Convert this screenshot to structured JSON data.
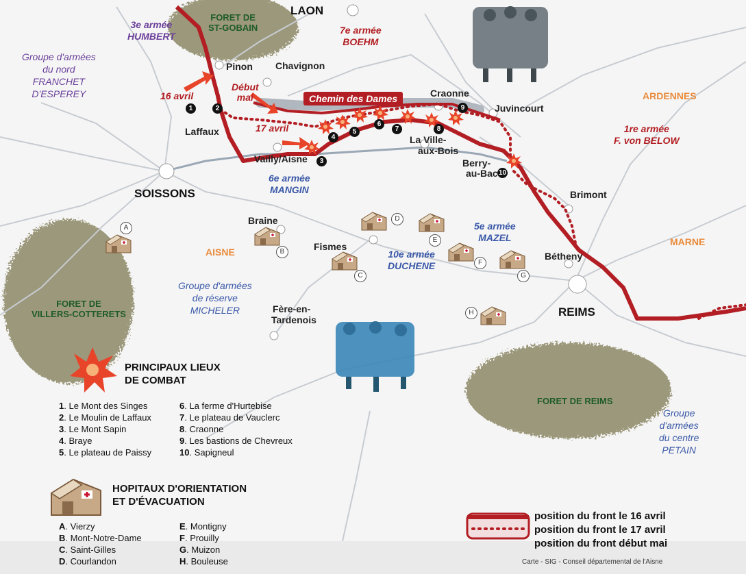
{
  "colors": {
    "front_red": "#b21e23",
    "army_purple": "#6a3f9a",
    "army_blue": "#3a58a8",
    "region_orange": "#e98a3a",
    "forest_green": "#1e5b2a"
  },
  "places": {
    "laon": "LAON",
    "pinon": "Pinon",
    "chavignon": "Chavignon",
    "craonne": "Craonne",
    "juvincourt": "Juvincourt",
    "laffaux": "Laffaux",
    "vailly": "Vailly/Aisne",
    "la_ville_aux_bois_1": "La Ville-",
    "la_ville_aux_bois_2": "aux-Bois",
    "berry_1": "Berry-",
    "berry_2": "au-Bac",
    "brimont": "Brimont",
    "soissons": "SOISSONS",
    "braine": "Braine",
    "fismes": "Fismes",
    "betheny": "Bétheny",
    "reims": "REIMS",
    "fere_1": "Fère-en-",
    "fere_2": "Tardenois"
  },
  "regions": {
    "ardennes": "ARDENNES",
    "marne": "MARNE",
    "aisne": "AISNE"
  },
  "forests": {
    "st_gobain_1": "FORET DE",
    "st_gobain_2": "ST-GOBAIN",
    "villers_1": "FORET DE",
    "villers_2": "VILLERS-COTTERETS",
    "reims": "FORET DE REIMS"
  },
  "armies": {
    "a3_1": "3e armée",
    "a3_2": "HUMBERT",
    "a7_1": "7e armée",
    "a7_2": "BOEHM",
    "a1_1": "1re armée",
    "a1_2": "F. von BELOW",
    "a6_1": "6e armée",
    "a6_2": "MANGIN",
    "a5_1": "5e armée",
    "a5_2": "MAZEL",
    "a10_1": "10e armée",
    "a10_2": "DUCHENE"
  },
  "army_groups": {
    "nord_1": "Groupe d'armées",
    "nord_2": "du nord",
    "nord_3": "FRANCHET",
    "nord_4": "D'ESPEREY",
    "reserve_1": "Groupe d'armées",
    "reserve_2": "de réserve",
    "reserve_3": "MICHELER",
    "centre_1": "Groupe",
    "centre_2": "d'armées",
    "centre_3": "du centre",
    "centre_4": "PETAIN"
  },
  "dates": {
    "d16_1": "16 avril",
    "d17": "17 avril",
    "debut_1": "Début",
    "debut_2": "mai"
  },
  "chemin_des_dames": "Chemin des Dames",
  "battle_markers": [
    "1",
    "2",
    "3",
    "4",
    "5",
    "6",
    "7",
    "8",
    "9",
    "10"
  ],
  "hospital_markers": [
    "A",
    "B",
    "C",
    "D",
    "E",
    "F",
    "G",
    "H"
  ],
  "legend_combat": {
    "title_1": "PRINCIPAUX LIEUX",
    "title_2": "DE COMBAT",
    "items": [
      {
        "n": "1",
        "label": "Le Mont des Singes"
      },
      {
        "n": "2",
        "label": "Le Moulin de Laffaux"
      },
      {
        "n": "3",
        "label": "Le Mont Sapin"
      },
      {
        "n": "4",
        "label": "Braye"
      },
      {
        "n": "5",
        "label": "Le plateau de Paissy"
      },
      {
        "n": "6",
        "label": "La ferme d'Hurtebise"
      },
      {
        "n": "7",
        "label": "Le plateau de Vauclerc"
      },
      {
        "n": "8",
        "label": "Craonne"
      },
      {
        "n": "9",
        "label": "Les bastions de Chevreux"
      },
      {
        "n": "10",
        "label": "Sapigneul"
      }
    ]
  },
  "legend_hospitals": {
    "title_1": "HOPITAUX D'ORIENTATION",
    "title_2": "ET D'ÉVACUATION",
    "items": [
      {
        "n": "A",
        "label": "Vierzy"
      },
      {
        "n": "B",
        "label": "Mont-Notre-Dame"
      },
      {
        "n": "C",
        "label": "Saint-Gilles"
      },
      {
        "n": "D",
        "label": "Courlandon"
      },
      {
        "n": "E",
        "label": "Montigny"
      },
      {
        "n": "F",
        "label": "Prouilly"
      },
      {
        "n": "G",
        "label": "Muizon"
      },
      {
        "n": "H",
        "label": "Bouleuse"
      }
    ]
  },
  "legend_front": {
    "l16": "position du front le 16 avril",
    "l17": "position du front le 17 avril",
    "lmai": "position du front début mai"
  },
  "credit": "Carte - SIG - Conseil départemental de l'Aisne"
}
